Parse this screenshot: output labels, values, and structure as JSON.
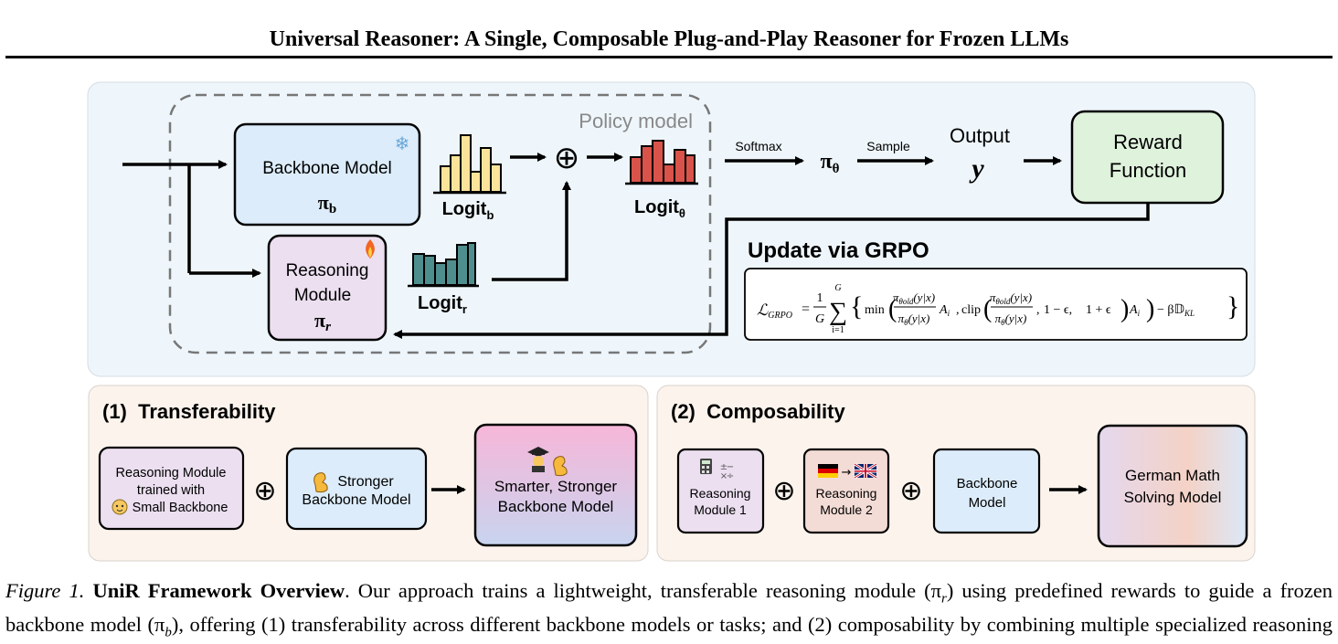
{
  "page_title": "Universal Reasoner: A Single, Composable Plug-and-Play Reasoner for Frozen LLMs",
  "top_panel": {
    "policy_label": "Policy model",
    "backbone": {
      "name": "Backbone Model",
      "symbol": "π",
      "sub": "b"
    },
    "reasoning": {
      "line1": "Reasoning",
      "line2": "Module",
      "symbol": "π",
      "sub": "r"
    },
    "logit_b": {
      "base": "Logit",
      "sub": "b"
    },
    "logit_theta": {
      "base": "Logit",
      "sub": "θ"
    },
    "logit_r": {
      "base": "Logit",
      "sub": "r"
    },
    "oplus": "⊕",
    "softmax_label": "Softmax",
    "pi_theta": {
      "base": "π",
      "sub": "θ"
    },
    "sample_label": "Sample",
    "output_label": "Output",
    "output_symbol": "y",
    "reward": {
      "line1": "Reward",
      "line2": "Function"
    },
    "update_label": "Update via GRPO",
    "formula": {
      "lhs": "ℒ",
      "lhs_sub": "GRPO",
      "eq": "=",
      "frac_num": "1",
      "frac_den": "G",
      "sum_top": "G",
      "sum_bottom": "i=1",
      "sum": "∑",
      "min": "min",
      "clip": "clip",
      "ratio_num": "π",
      "ratio_num_sub": "θold",
      "ratio_num_arg": "(y|x)",
      "ratio_den": "π",
      "ratio_den_sub": "θ",
      "ratio_den_arg": "(y|x)",
      "adv": "A",
      "adv_sub": "i",
      "clip_lo": "1 − ϵ,",
      "clip_hi": "1 + ϵ",
      "kl": "− β𝔻",
      "kl_sub": "KL"
    }
  },
  "transfer_panel": {
    "title": "(1)  Transferability",
    "box1": {
      "line1": "Reasoning Module",
      "line2": "trained with",
      "line3": "Small Backbone"
    },
    "box2": {
      "line1": "Stronger",
      "line2": "Backbone Model"
    },
    "box3": {
      "line1": "Smarter, Stronger",
      "line2": "Backbone Model"
    },
    "oplus": "⊕"
  },
  "compose_panel": {
    "title": "(2)  Composability",
    "box1": {
      "line1": "Reasoning",
      "line2": "Module 1"
    },
    "box2": {
      "line1": "Reasoning",
      "line2": "Module 2"
    },
    "box3": {
      "line1": "Backbone",
      "line2": "Model"
    },
    "box4": {
      "line1": "German Math",
      "line2": "Solving Model"
    },
    "oplus": "⊕"
  },
  "caption": {
    "figure_label": "Figure 1.",
    "bold_title": "UniR Framework Overview",
    "text": ". Our approach trains a lightweight, transferable reasoning module (π",
    "text_sub_r": "r",
    "text2": ") using predefined rewards to guide a frozen backbone model (π",
    "text_sub_b": "b",
    "text3": "), offering (1) transferability across different backbone models or tasks; and (2) composability by combining multiple specialized reasoning modules through reward optimization."
  },
  "colors": {
    "top_panel_bg": "#eef6fb",
    "bottom_panel_bg": "#fbf3ec",
    "backbone_fill": "#dcecfa",
    "reasoning_fill": "#ebdff0",
    "reward_fill": "#dff2dc",
    "logit_b_fill": "#fbe49a",
    "logit_theta_fill": "#d9534a",
    "logit_r_fill": "#4f8e8e"
  },
  "icons": [
    "snowflake-icon",
    "fire-icon",
    "baby-icon",
    "muscle-icon",
    "graduate-icon",
    "calculator-icon",
    "germany-flag-icon",
    "uk-flag-icon"
  ]
}
